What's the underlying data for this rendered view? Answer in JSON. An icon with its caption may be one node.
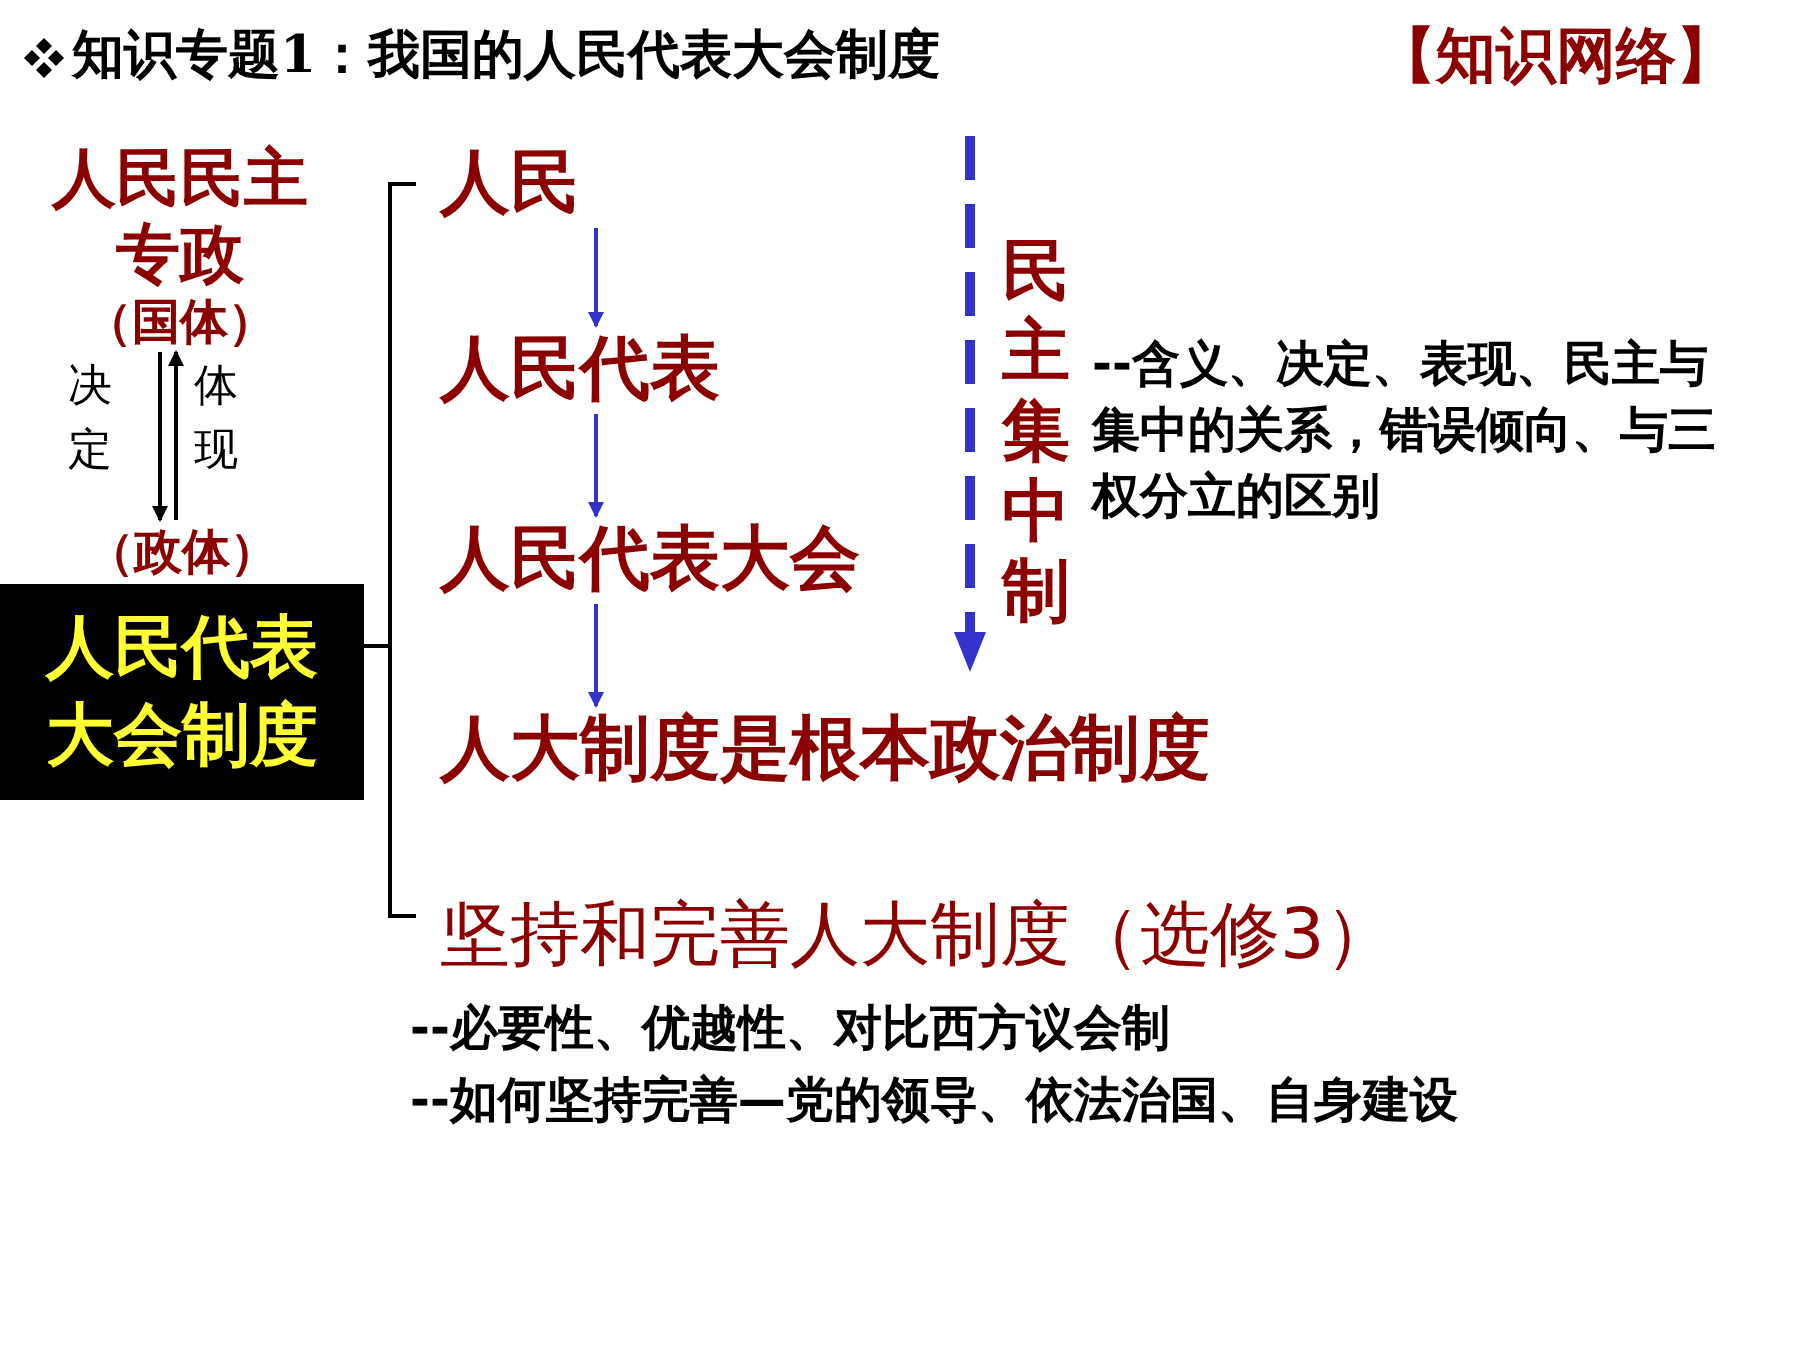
{
  "diagram": {
    "title": "知识专题**1**：我国的人民代表大会制度",
    "nodes": [
      {
        "text": [
          "人民民主专政",
          "（国体）"
        ]
      },
      {
        "text": [
          "（政体）",
          "人民代表大会制度"
        ]
      },
      {
        "text": [
          "人民"
        ]
      },
      {
        "text": [
          "人民代表"
        ]
      },
      {
        "text": [
          "人民代表大会"
        ]
      },
      {
        "text": [
          "人大制度是根本政治制度"
        ]
      },
      {
        "text": [
          "坚持和完善人大制度（选修3）"
        ]
      },
      {
        "text": [
          "民主集中制"
        ]
      }
    ],
    "edges": [
      {
        "from": 0,
        "to": 1,
        "arrow": "to",
        "label": "决定",
        "color": "#000000"
      },
      {
        "from": 1,
        "to": 0,
        "arrow": "to",
        "label": "体现",
        "color": "#000000"
      },
      {
        "from": 2,
        "to": 3,
        "arrow": "to"
      },
      {
        "from": 3,
        "to": 4,
        "arrow": "to"
      },
      {
        "from": 4,
        "to": 5,
        "arrow": "to"
      }
    ],
    "labels": [
      "【知识网络】",
      "--含义、决定、表现、民主与集中的关系，错误倾向、与三权分立的区别",
      "--必要性、优越性、对比西方议会制",
      "--如何坚持完善—党的领导、依法治国、自身建设"
    ]
  }
}
